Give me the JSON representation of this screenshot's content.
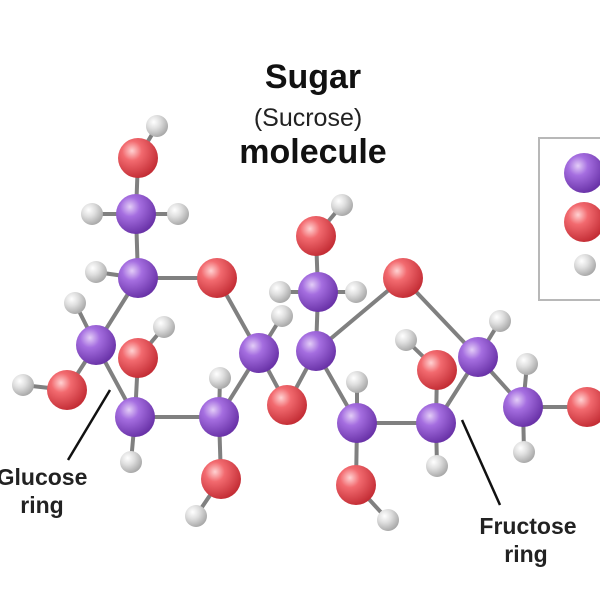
{
  "title": "Sugar",
  "subtitle": "(Sucrose)",
  "title_line2": "molecule",
  "labels": {
    "glucose_line1": "Glucose",
    "glucose_line2": "ring",
    "fructose_line1": "Fructose",
    "fructose_line2": "ring"
  },
  "colors": {
    "carbon": "#8e4fc9",
    "oxygen": "#ec4b52",
    "hydrogen": "#c9c9c9",
    "bond": "#808080",
    "legend_border": "#b8b8b8"
  },
  "legend_items": [
    {
      "element": "carbon"
    },
    {
      "element": "oxygen"
    },
    {
      "element": "hydrogen"
    }
  ]
}
